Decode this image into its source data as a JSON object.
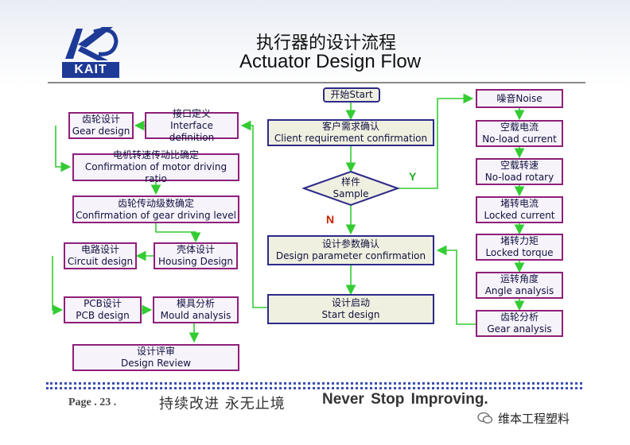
{
  "header": {
    "logo_text": "KAIT",
    "title_cn": "执行器的设计流程",
    "title_en": "Actuator Design Flow"
  },
  "flow": {
    "start": "开始Start",
    "client_req": {
      "cn": "客户需求确认",
      "en": "Client requirement confirmation"
    },
    "sample": {
      "cn": "样件",
      "en": "Sample"
    },
    "yes_label": "Y",
    "no_label": "N",
    "design_param": {
      "cn": "设计参数确认",
      "en": "Design parameter confirmation"
    },
    "start_design": {
      "cn": "设计启动",
      "en": "Start design"
    },
    "interface_def": {
      "cn": "接口定义",
      "en": "Interface definition"
    },
    "gear_design": {
      "cn": "齿轮设计",
      "en": "Gear design"
    },
    "motor_ratio": {
      "cn": "电机转速传动比确定",
      "en": "Confirmation of motor driving ratio"
    },
    "gear_level": {
      "cn": "齿轮传动级数确定",
      "en": "Confirmation of gear driving level"
    },
    "housing": {
      "cn": "壳体设计",
      "en": "Housing Design"
    },
    "circuit": {
      "cn": "电路设计",
      "en": "Circuit design"
    },
    "pcb": {
      "cn": "PCB设计",
      "en": "PCB design"
    },
    "mould": {
      "cn": "模具分析",
      "en": "Mould analysis"
    },
    "review": {
      "cn": "设计评审",
      "en": "Design Review"
    },
    "noise": "噪音Noise",
    "noload_current": {
      "cn": "空载电流",
      "en": "No-load current"
    },
    "noload_rotary": {
      "cn": "空载转速",
      "en": "No-load rotary"
    },
    "locked_current": {
      "cn": "堵转电流",
      "en": "Locked current"
    },
    "locked_torque": {
      "cn": "堵转力矩",
      "en": "Locked torque"
    },
    "angle": {
      "cn": "运转角度",
      "en": "Angle analysis"
    },
    "gear_analysis": {
      "cn": "齿轮分析",
      "en": "Gear analysis"
    }
  },
  "footer": {
    "page": "Page . 23 .",
    "slogan_cn": "持续改进   永无止境",
    "slogan_en": "Never Stop Improving.",
    "watermark": "维本工程塑料"
  },
  "colors": {
    "arrow": "#33cc33",
    "pink_border": "#8f1f7a",
    "blue_border": "#2d2a8a",
    "yes": "#22aa22",
    "no": "#cc2200"
  }
}
